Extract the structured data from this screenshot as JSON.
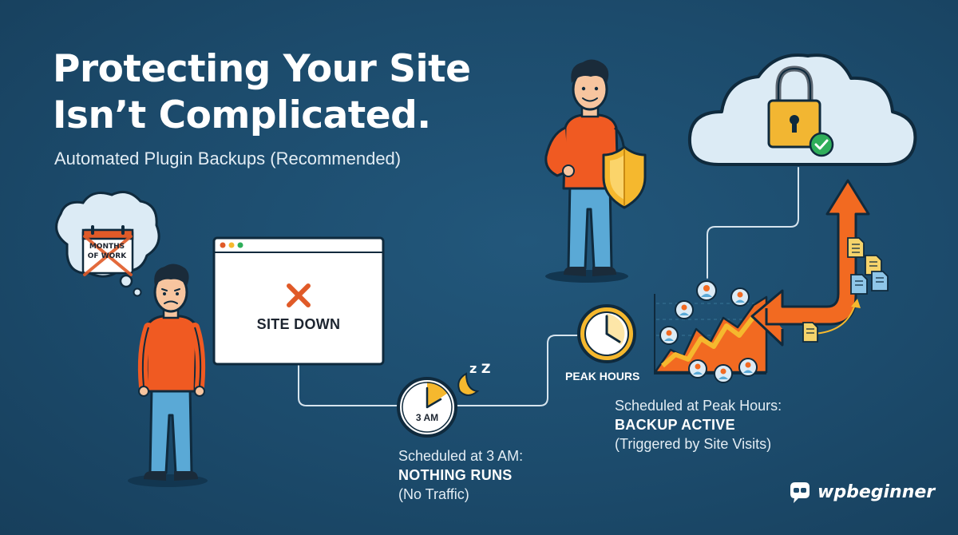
{
  "title": {
    "line1": "Protecting Your Site",
    "line2": "Isn’t Complicated."
  },
  "subtitle": "Automated Plugin Backups (Recommended)",
  "thought_bubble": {
    "calendar_line1": "MONTHS",
    "calendar_line2": "OF WORK"
  },
  "browser_window": {
    "status_text": "SITE DOWN"
  },
  "night_clock": {
    "label": "3 AM",
    "sleep_glyph": "z Z"
  },
  "peak_clock": {
    "label": "PEAK HOURS"
  },
  "left_caption": {
    "line1": "Scheduled at 3 AM:",
    "line2": "NOTHING RUNS",
    "line3": "(No Traffic)"
  },
  "right_caption": {
    "line1": "Scheduled at Peak Hours:",
    "line2": "BACKUP ACTIVE",
    "line3": "(Triggered by Site Visits)"
  },
  "brand": {
    "name": "wpbeginner"
  },
  "colors": {
    "background": "#1c4a6b",
    "accent_orange": "#f26a21",
    "accent_yellow": "#f5b82e",
    "shirt_orange": "#f05a22",
    "jeans_blue": "#5aa9d6",
    "cloud": "#dcebf5",
    "check_green": "#2fae5a",
    "error_red": "#e05a28"
  },
  "icons": {
    "cloud": "cloud-icon",
    "lock": "padlock-icon",
    "check": "check-circle-icon",
    "shield": "shield-icon",
    "error": "x-mark-icon",
    "clock": "clock-icon",
    "moon": "moon-icon",
    "documents": "document-icon",
    "visitor": "user-avatar-icon",
    "logo": "wpbeginner-logo-icon"
  }
}
